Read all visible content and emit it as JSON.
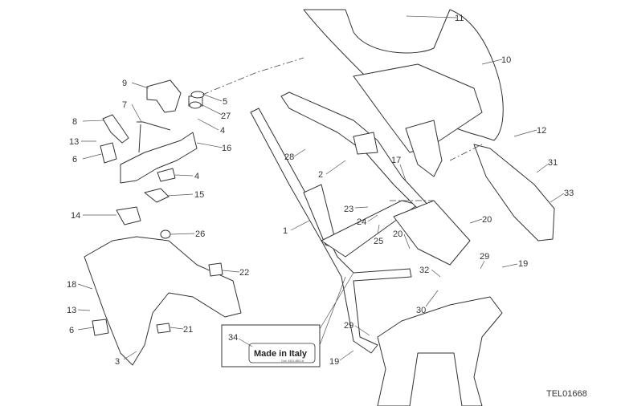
{
  "diagram": {
    "code": "TEL01668",
    "made_in_label": "Made in Italy",
    "made_in_code": "Cod. 4331.485.1A",
    "callouts": [
      "11",
      "10",
      "12",
      "31",
      "33",
      "5",
      "27",
      "4",
      "16",
      "9",
      "7",
      "8",
      "13",
      "6",
      "4",
      "15",
      "14",
      "26",
      "22",
      "18",
      "13",
      "6",
      "21",
      "3",
      "28",
      "2",
      "17",
      "1",
      "23",
      "24",
      "25",
      "20",
      "20",
      "29",
      "19",
      "32",
      "30",
      "29",
      "19",
      "34"
    ]
  }
}
